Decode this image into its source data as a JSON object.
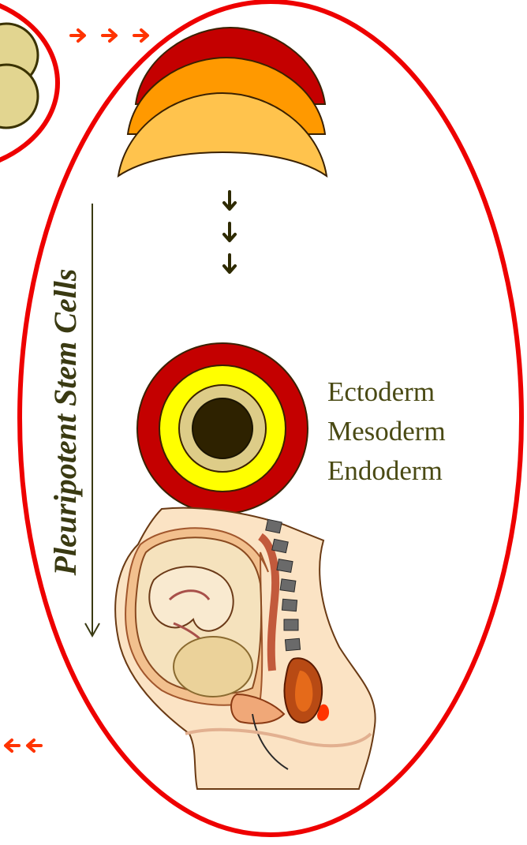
{
  "labels": {
    "vertical": "Pleuripotent Stem Cells",
    "layers": [
      "Ectoderm",
      "Mesoderm",
      "Endoderm"
    ]
  },
  "colors": {
    "outline_red": "#ee0000",
    "arrow_orange": "#ff3300",
    "arrow_dark": "#2e2a00",
    "layer_dark_red": "#c40000",
    "layer_orange": "#ff9900",
    "layer_light_orange": "#ffc34d",
    "ring_yellow": "#ffff00",
    "ring_tan": "#ddcc88",
    "core_dark": "#2e2200",
    "cell_tan": "#e2d590",
    "text_olive": "#4a4a14"
  },
  "icons": [
    "cell-cluster-icon",
    "germ-disc-icon",
    "germ-layers-ring-icon",
    "pregnant-woman-cross-section-icon",
    "arrow-right-icon",
    "arrow-down-icon",
    "arrow-left-icon"
  ]
}
